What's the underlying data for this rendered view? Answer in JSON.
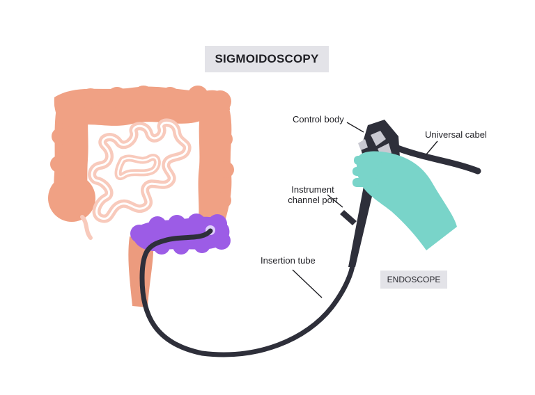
{
  "title": "SIGMOIDOSCOPY",
  "tag": "ENDOSCOPE",
  "labels": {
    "control_body": "Control body",
    "universal_cable": "Universal cabel",
    "instrument_port_line1": "Instrument",
    "instrument_port_line2": "channel port",
    "insertion_tube": "Insertion tube"
  },
  "colors": {
    "colon": "#f0a184",
    "small_intestine": "#f8cabc",
    "small_intestine_outline": "#ffffff",
    "sigmoid": "#9c5ce6",
    "rectum": "#ec9b7e",
    "endoscope": "#2e2f3a",
    "glove": "#79d4c9",
    "label_box": "#e3e3e8"
  }
}
